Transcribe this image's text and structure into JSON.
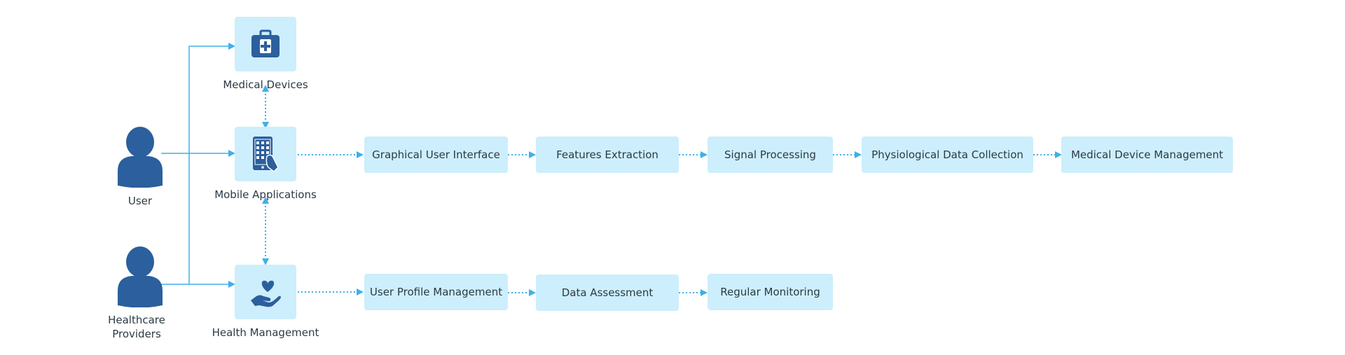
{
  "colors": {
    "tile_fill": "#cdeefc",
    "icon": "#2b5f9d",
    "connector": "#3fb0e8",
    "text": "#2c3a44"
  },
  "actors": {
    "user": {
      "label": "User",
      "icon": "person-icon"
    },
    "healthcare": {
      "label_line1": "Healthcare",
      "label_line2": "Providers",
      "icon": "person-icon"
    }
  },
  "modules": {
    "medical_devices": {
      "label": "Medical Devices",
      "icon": "first-aid-kit-icon"
    },
    "mobile_applications": {
      "label": "Mobile Applications",
      "icon": "mobile-phone-icon"
    },
    "health_management": {
      "label": "Health Management",
      "icon": "heart-in-hand-icon"
    }
  },
  "mobile_flow": [
    "Graphical User Interface",
    "Features Extraction",
    "Signal Processing",
    "Physiological Data Collection",
    "Medical Device Management"
  ],
  "health_flow": [
    "User Profile Management",
    "Data Assessment",
    "Regular Monitoring"
  ]
}
